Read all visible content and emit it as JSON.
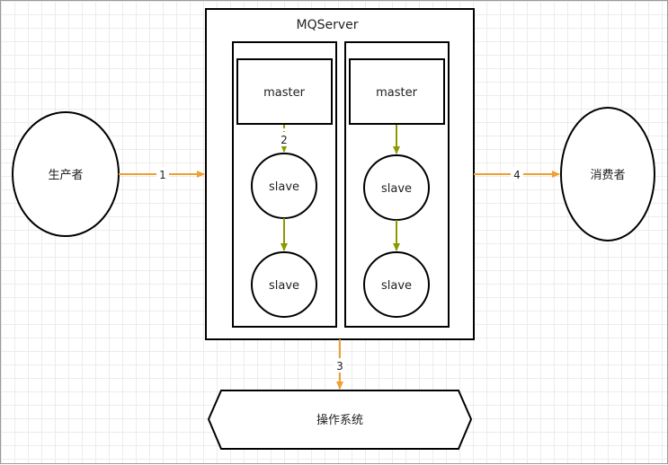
{
  "diagram": {
    "server_title": "MQServer",
    "producer": "生产者",
    "consumer": "消费者",
    "os": "操作系统",
    "broker_left": {
      "master": "master",
      "slave1": "slave",
      "slave2": "slave"
    },
    "broker_right": {
      "master": "master",
      "slave1": "slave",
      "slave2": "slave"
    },
    "edges": {
      "producer_to_server": "1",
      "master_to_slave": "2",
      "server_to_os": "3",
      "server_to_consumer": "4"
    }
  },
  "colors": {
    "orange_arrow": "#f0a030",
    "olive_arrow": "#8c9a00",
    "stroke": "#000000"
  }
}
